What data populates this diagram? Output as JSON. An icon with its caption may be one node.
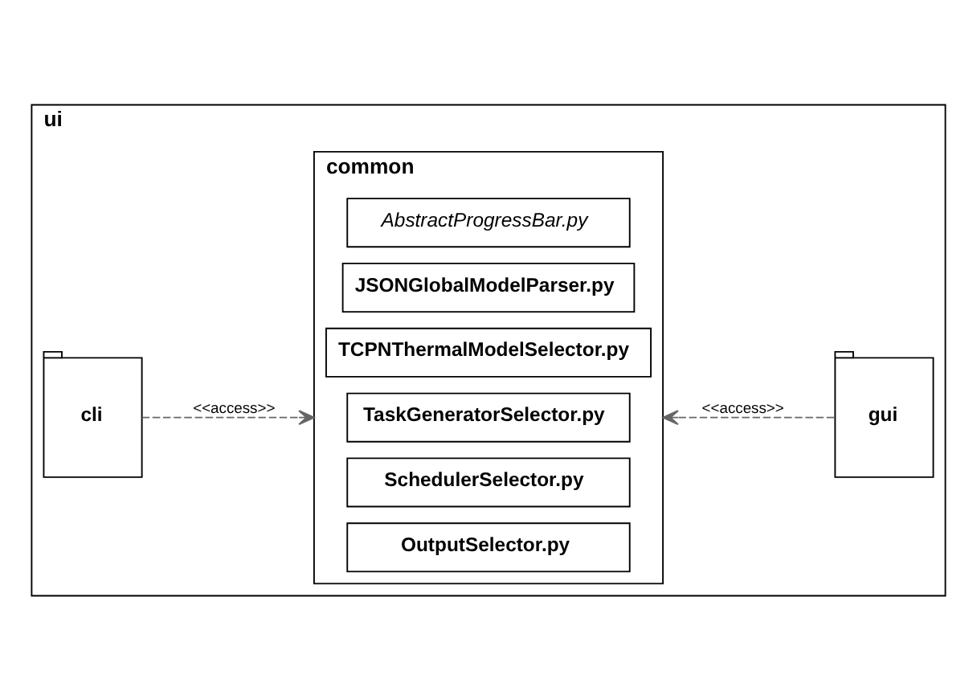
{
  "diagram": {
    "nodes": [
      {
        "text": [
          "ui"
        ]
      },
      {
        "text": [
          "cli"
        ],
        "in": 0
      },
      {
        "text": [
          "common"
        ],
        "in": 0
      },
      {
        "text": [
          "AbstractProgressBar.py"
        ],
        "in": 2
      },
      {
        "text": [
          "JSONGlobalModelParser.py"
        ],
        "in": 2
      },
      {
        "text": [
          "TCPNThermalModelSelector.py"
        ],
        "in": 2
      },
      {
        "text": [
          "TaskGeneratorSelector.py"
        ],
        "in": 2
      },
      {
        "text": [
          "SchedulerSelector.py"
        ],
        "in": 2
      },
      {
        "text": [
          "OutputSelector.py"
        ],
        "in": 2
      },
      {
        "text": [
          "gui"
        ],
        "in": 0
      }
    ],
    "edges": [
      {
        "from": 1,
        "to": 2,
        "arrow": "to",
        "label": "<<access>>",
        "style": "dashed"
      },
      {
        "from": 9,
        "to": 2,
        "arrow": "to",
        "label": "<<access>>",
        "style": "dashed"
      }
    ]
  }
}
